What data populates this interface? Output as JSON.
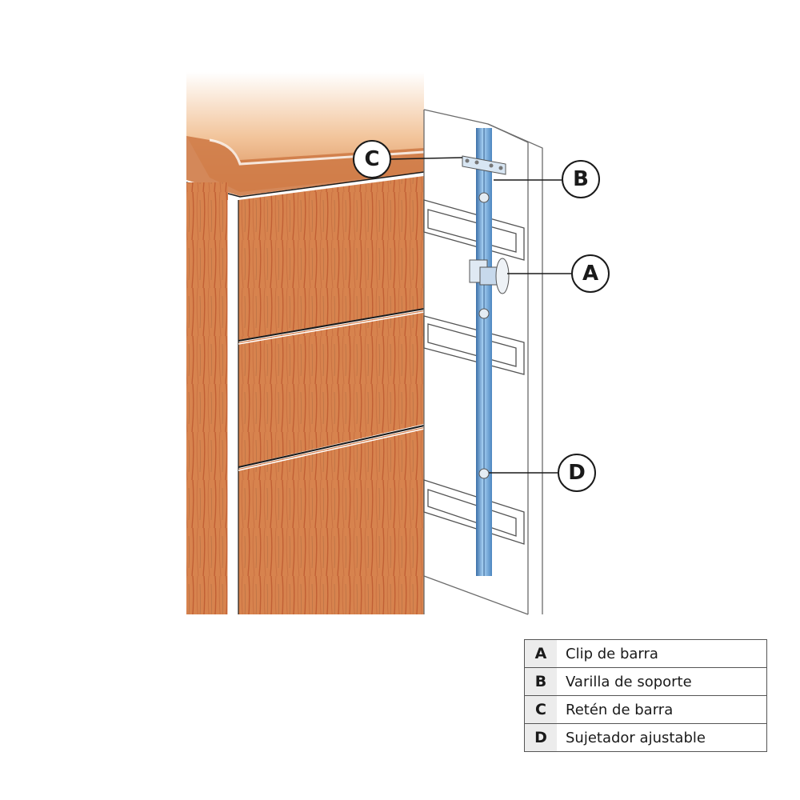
{
  "diagram": {
    "subject": "File cabinet with drawer bar/rod hardware",
    "colors": {
      "wood": "#d7834e",
      "wood_grain": "#b8502a",
      "rod": "#6aa6d8",
      "outline": "#1a1a1a"
    },
    "callouts": [
      {
        "key": "A",
        "target": "bar clip on support rod"
      },
      {
        "key": "B",
        "target": "support rod"
      },
      {
        "key": "C",
        "target": "bar retainer at top"
      },
      {
        "key": "D",
        "target": "adjustable fastener"
      }
    ]
  },
  "legend": {
    "items": [
      {
        "key": "A",
        "label": "Clip de barra"
      },
      {
        "key": "B",
        "label": "Varilla de soporte"
      },
      {
        "key": "C",
        "label": "Retén de barra"
      },
      {
        "key": "D",
        "label": "Sujetador ajustable"
      }
    ]
  }
}
